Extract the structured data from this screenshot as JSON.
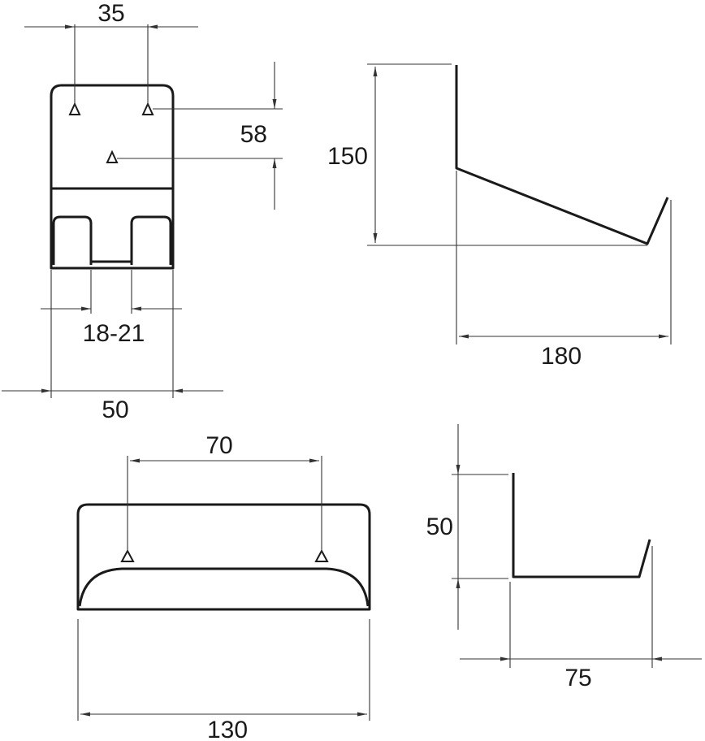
{
  "front_view": {
    "width_label": "50",
    "slot_label": "18-21",
    "hole_spacing_label": "35",
    "hole_drop_label": "58"
  },
  "side_view": {
    "height_label": "150",
    "depth_label": "180"
  },
  "bottom_view": {
    "width_label": "130",
    "hole_spacing_label": "70"
  },
  "end_view": {
    "height_label": "50",
    "depth_label": "75"
  }
}
